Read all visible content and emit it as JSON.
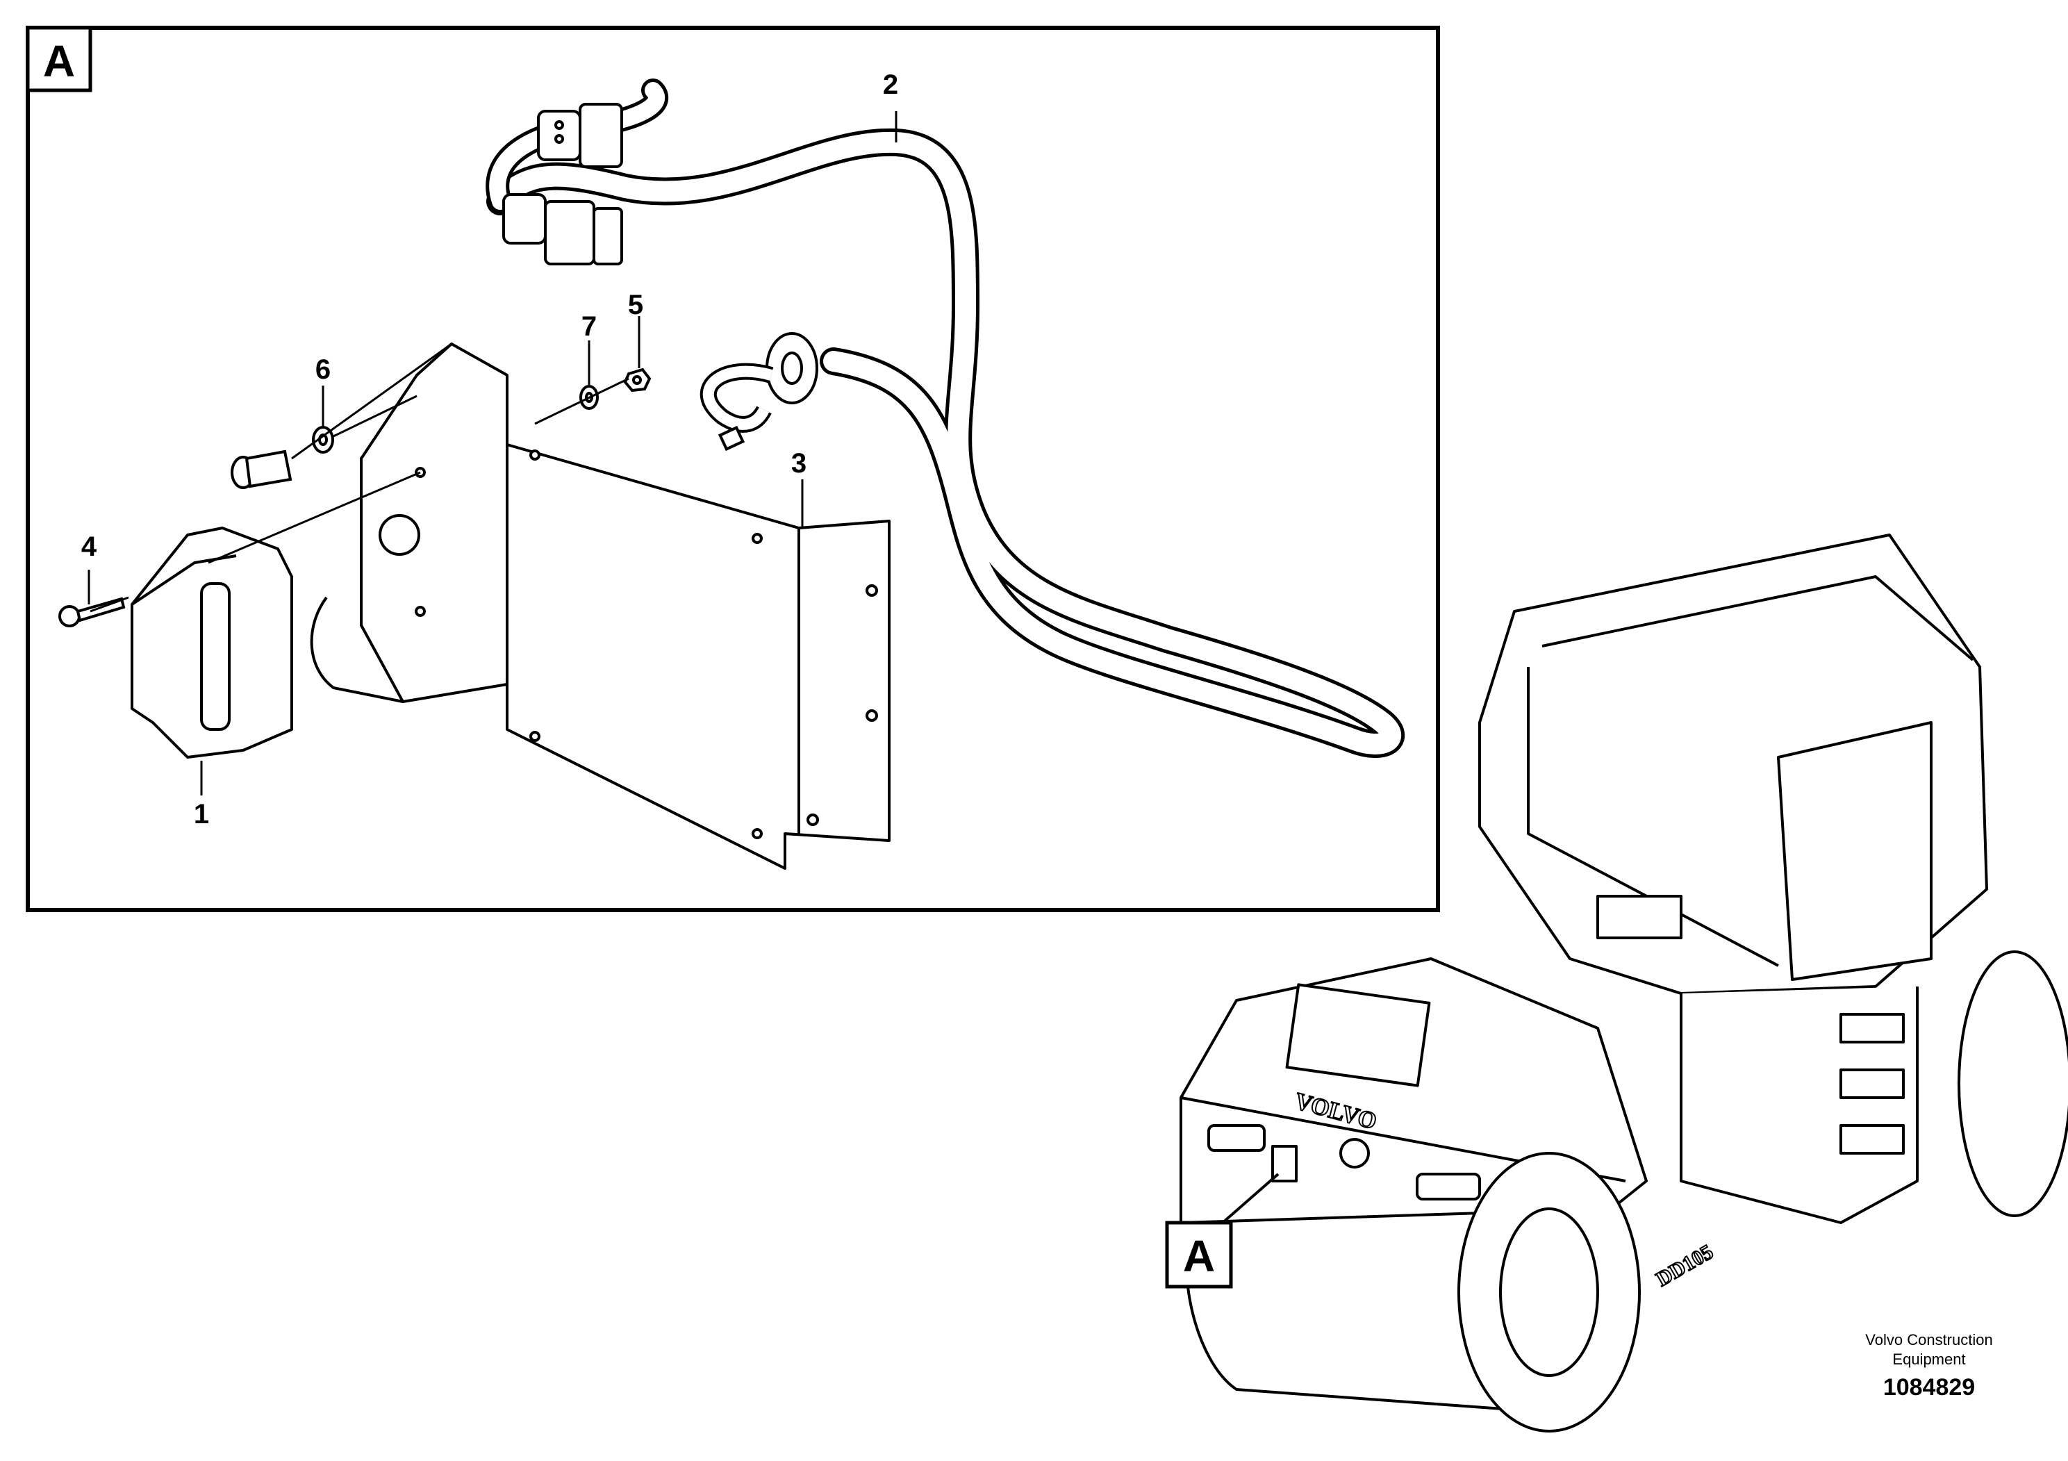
{
  "detail_view": {
    "label": "A",
    "callouts": [
      {
        "id": "1",
        "text": "1"
      },
      {
        "id": "2",
        "text": "2"
      },
      {
        "id": "3",
        "text": "3"
      },
      {
        "id": "4",
        "text": "4"
      },
      {
        "id": "5",
        "text": "5"
      },
      {
        "id": "6",
        "text": "6"
      },
      {
        "id": "7",
        "text": "7"
      }
    ]
  },
  "machine_view": {
    "location_label": "A",
    "brand_text": "VOLVO",
    "model_text": "DD105"
  },
  "credit": {
    "line1": "Volvo Construction",
    "line2": "Equipment",
    "drawing_number": "1084829"
  }
}
